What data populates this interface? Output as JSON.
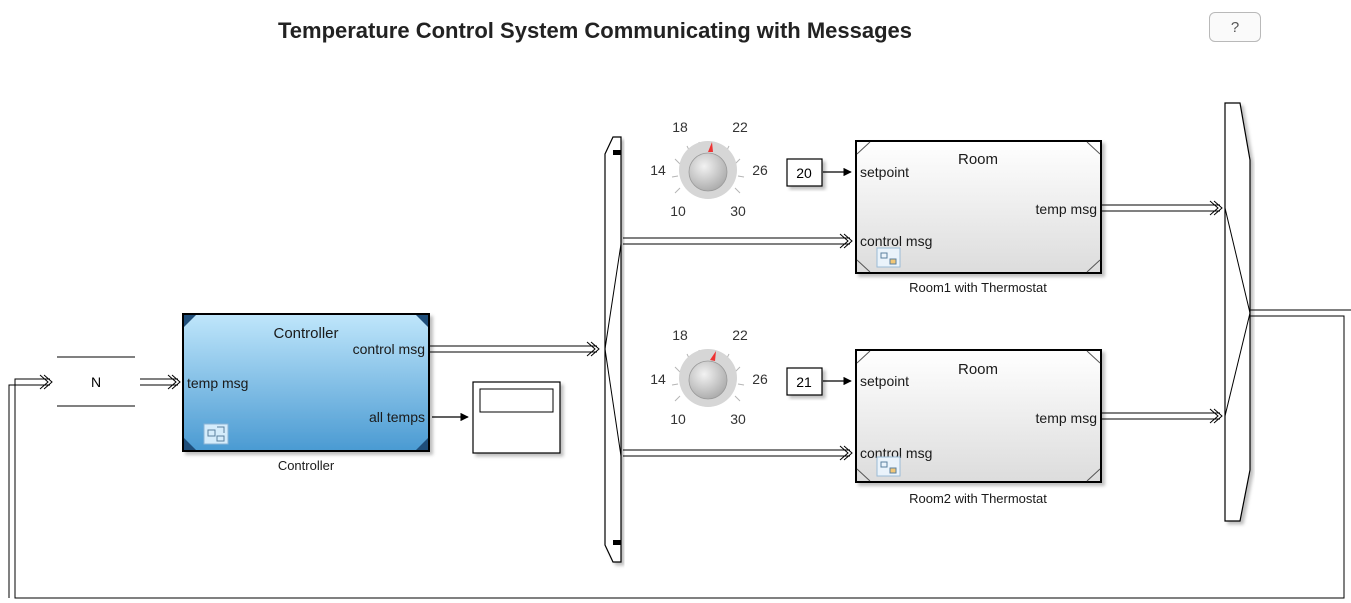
{
  "title": "Temperature Control System Communicating with Messages",
  "help_label": "?",
  "queue_block": {
    "label": "N"
  },
  "controller": {
    "title": "Controller",
    "input_port": "temp msg",
    "output_ports": [
      "control msg",
      "all temps"
    ],
    "caption": "Controller"
  },
  "rooms": [
    {
      "title": "Room",
      "ports": {
        "setpoint": "setpoint",
        "control": "control msg",
        "temp": "temp msg"
      },
      "caption": "Room1 with Thermostat",
      "setpoint_value": "20",
      "knob": {
        "labels": [
          "18",
          "22",
          "14",
          "26",
          "10",
          "30"
        ],
        "value": 20
      }
    },
    {
      "title": "Room",
      "ports": {
        "setpoint": "setpoint",
        "control": "control msg",
        "temp": "temp msg"
      },
      "caption": "Room2 with Thermostat",
      "setpoint_value": "21",
      "knob": {
        "labels": [
          "18",
          "22",
          "14",
          "26",
          "10",
          "30"
        ],
        "value": 21
      }
    }
  ]
}
